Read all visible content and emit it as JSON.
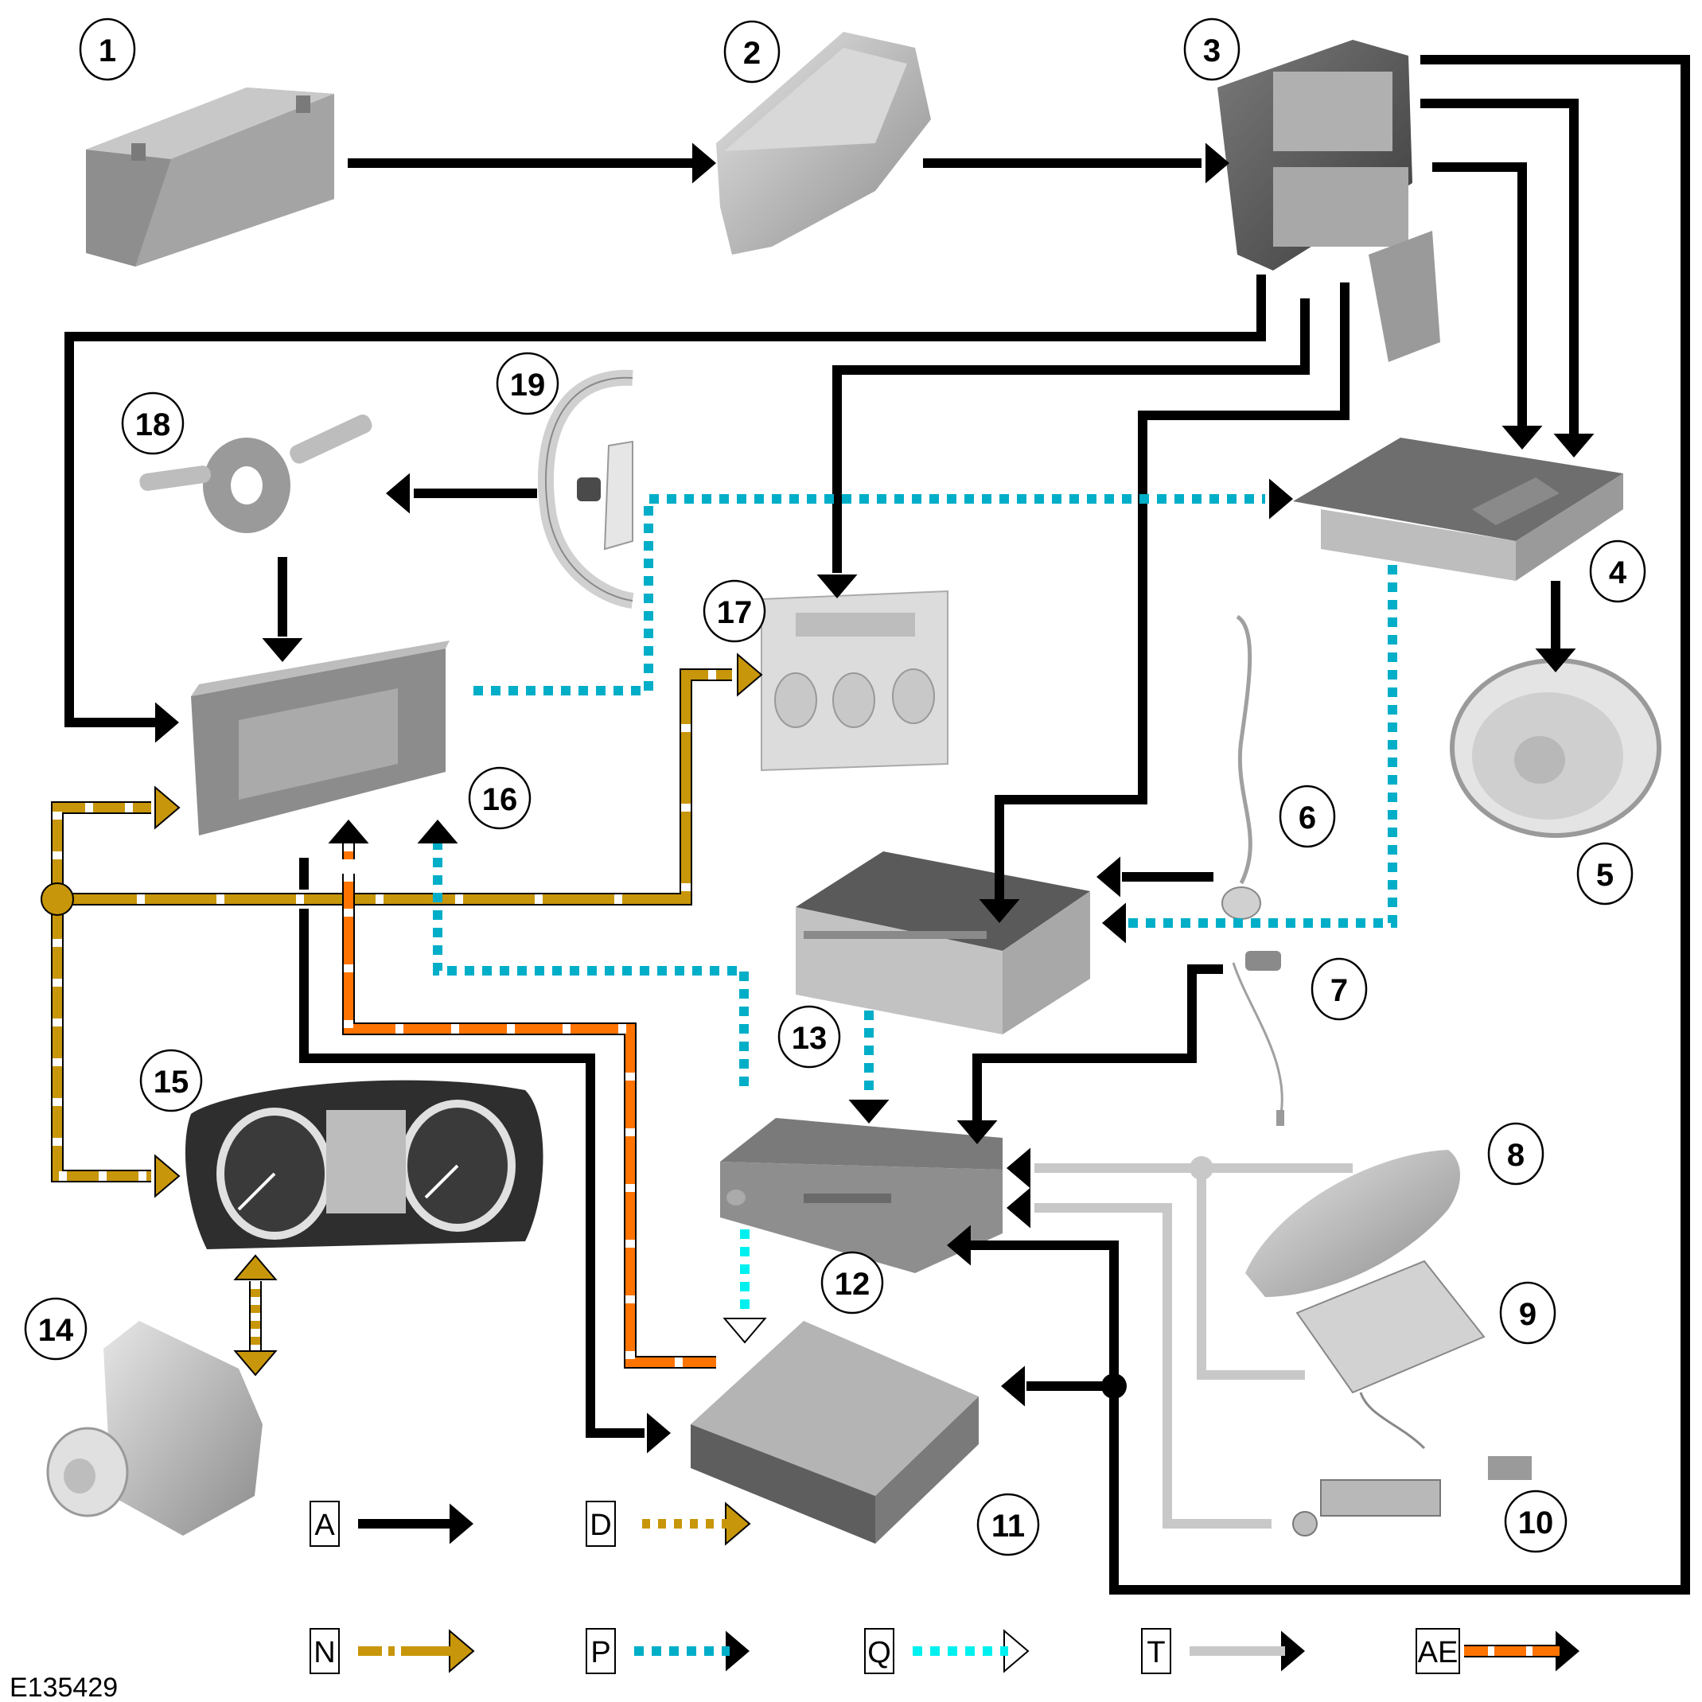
{
  "figure_id": "E135429",
  "colors": {
    "A": "#000000",
    "D": "#c8960a",
    "N": "#c8960a",
    "P": "#00aec8",
    "Q": "#00f0f0",
    "T": "#c8c8c8",
    "AE": "#ff7300",
    "component_fill": "#b4b4b4",
    "component_dark": "#5a5a5a"
  },
  "components": [
    {
      "num": "1",
      "icon": "battery-icon"
    },
    {
      "num": "2",
      "icon": "battery-junction-box-icon"
    },
    {
      "num": "3",
      "icon": "fuse-box-icon"
    },
    {
      "num": "4",
      "icon": "amplifier-icon"
    },
    {
      "num": "5",
      "icon": "speaker-icon"
    },
    {
      "num": "6",
      "icon": "microphone-icon"
    },
    {
      "num": "7",
      "icon": "gps-antenna-icon"
    },
    {
      "num": "8",
      "icon": "roof-antenna-icon"
    },
    {
      "num": "9",
      "icon": "tuner-module-icon"
    },
    {
      "num": "10",
      "icon": "antenna-amplifier-icon"
    },
    {
      "num": "11",
      "icon": "control-module-icon"
    },
    {
      "num": "12",
      "icon": "dvd-player-icon"
    },
    {
      "num": "13",
      "icon": "audio-head-unit-icon"
    },
    {
      "num": "14",
      "icon": "abs-module-icon"
    },
    {
      "num": "15",
      "icon": "instrument-cluster-icon"
    },
    {
      "num": "16",
      "icon": "touch-screen-display-icon"
    },
    {
      "num": "17",
      "icon": "integrated-control-panel-icon"
    },
    {
      "num": "18",
      "icon": "clockspring-icon"
    },
    {
      "num": "19",
      "icon": "steering-wheel-icon"
    }
  ],
  "legend": [
    {
      "code": "A",
      "style": "solid black arrow"
    },
    {
      "code": "D",
      "style": "gold with dense white dashes"
    },
    {
      "code": "N",
      "style": "gold with sparse white dashes"
    },
    {
      "code": "P",
      "style": "dotted blue, black arrowhead"
    },
    {
      "code": "Q",
      "style": "dotted cyan, hollow arrowhead"
    },
    {
      "code": "T",
      "style": "solid light grey, black arrowhead"
    },
    {
      "code": "AE",
      "style": "orange with white dashes, black arrowhead"
    }
  ]
}
